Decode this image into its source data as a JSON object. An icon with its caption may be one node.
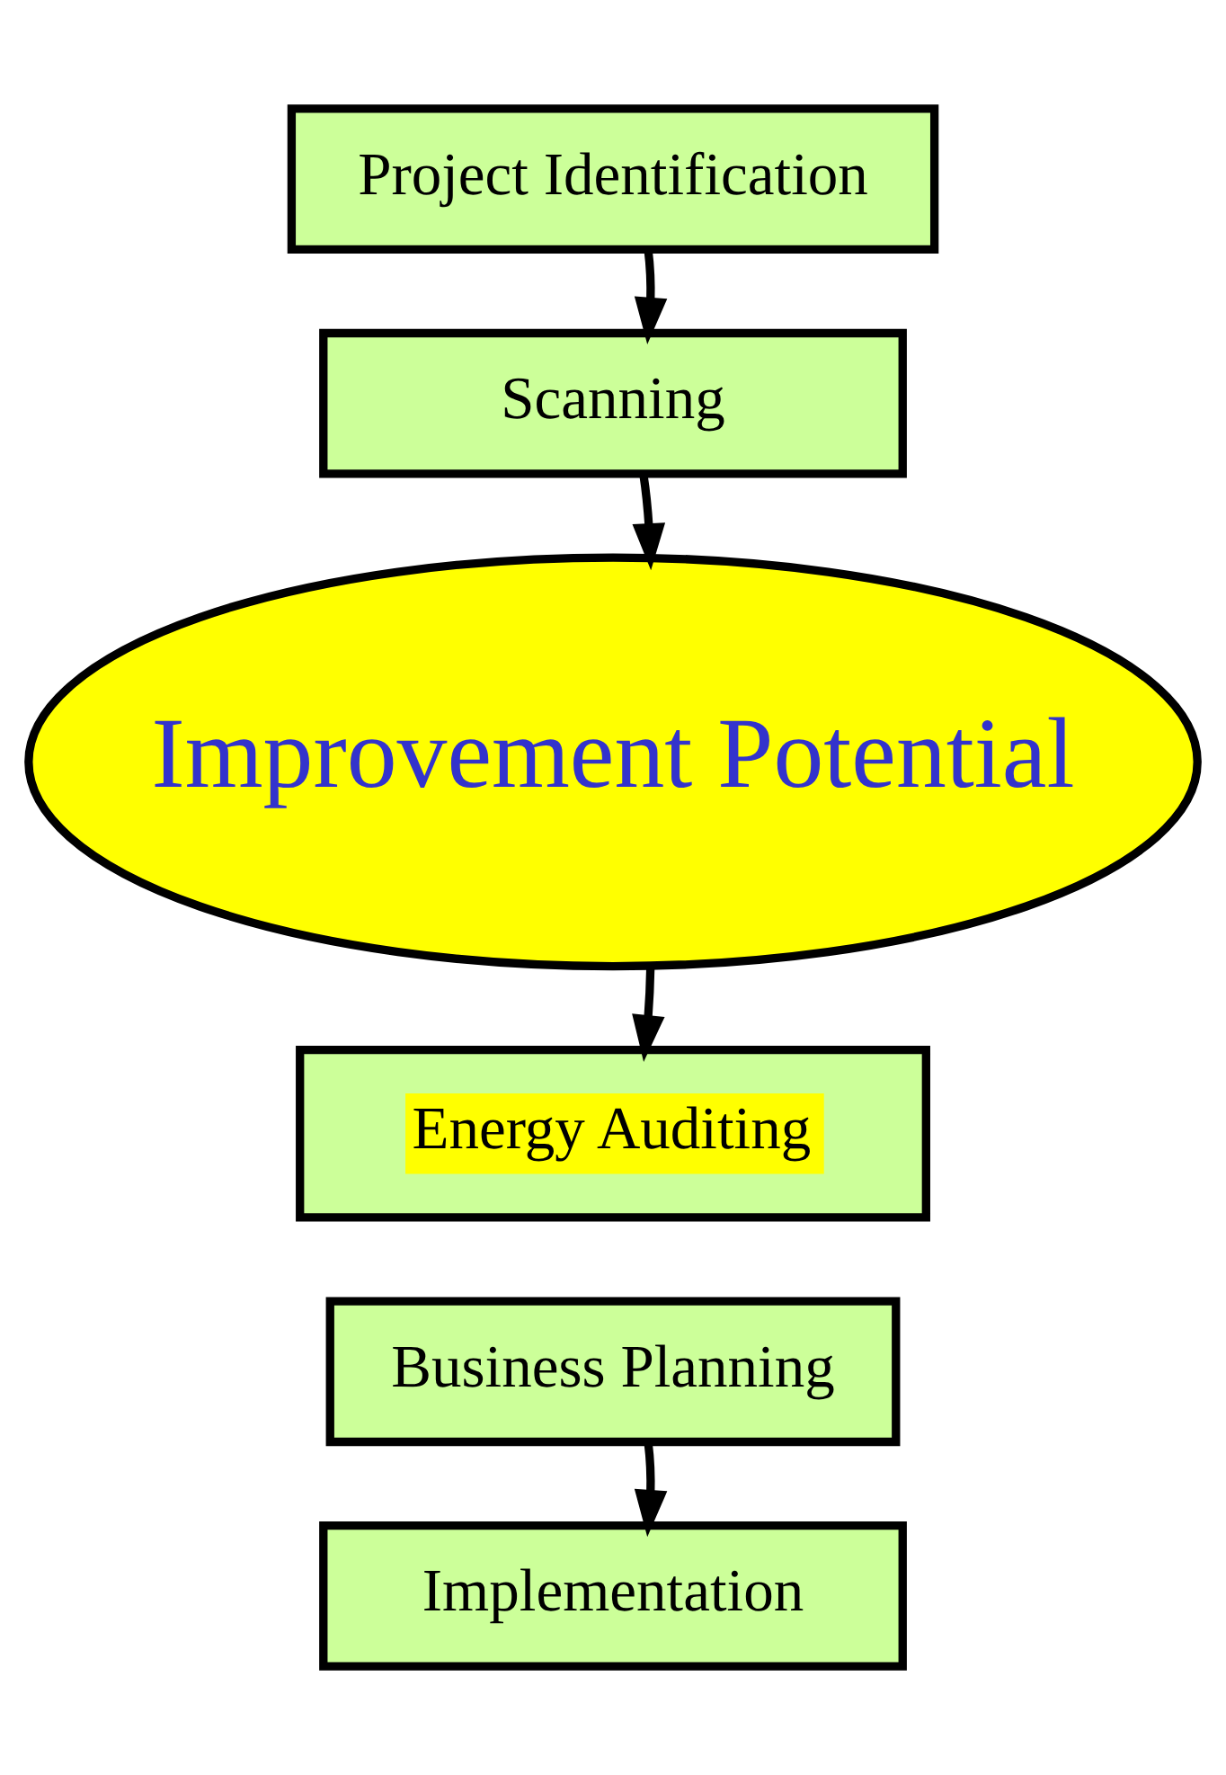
{
  "diagram": {
    "nodes": [
      {
        "text": [
          "Project Identification"
        ]
      },
      {
        "text": [
          "Scanning"
        ]
      },
      {
        "text": [
          "Improvement Potential"
        ]
      },
      {
        "text": [
          "Energy Auditing"
        ]
      },
      {
        "text": [
          "Business Planning"
        ]
      },
      {
        "text": [
          "Implementation"
        ]
      }
    ],
    "edges": [
      {
        "from": 0,
        "to": 1,
        "arrow": "to"
      },
      {
        "from": 1,
        "to": 2,
        "arrow": "to"
      },
      {
        "from": 2,
        "to": 3,
        "arrow": "to"
      },
      {
        "from": 4,
        "to": 5,
        "arrow": "to"
      }
    ]
  }
}
